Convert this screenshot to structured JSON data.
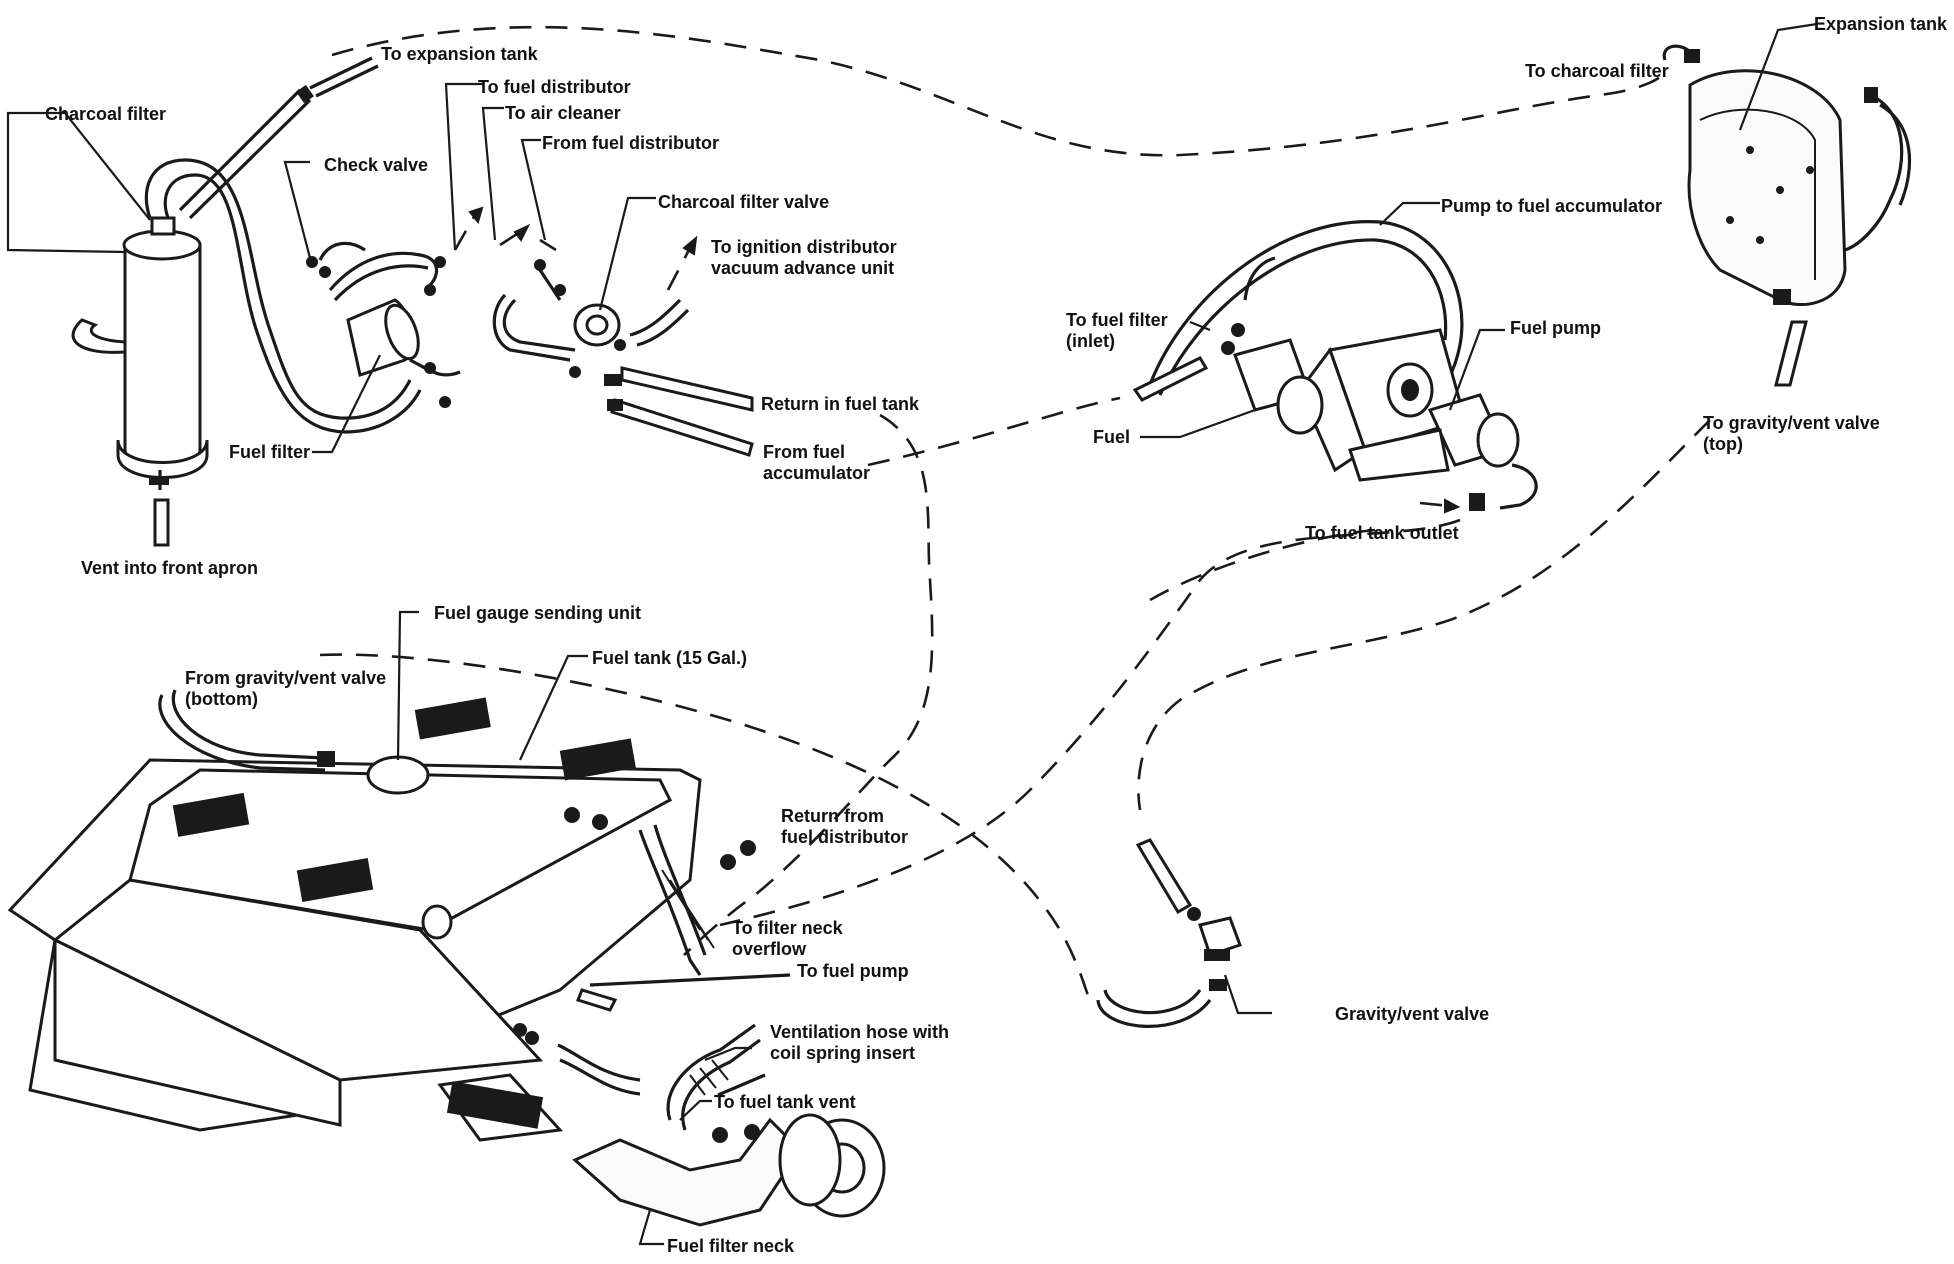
{
  "labels": {
    "expansion_tank": "Expansion tank",
    "to_charcoal_filter": "To charcoal filter",
    "to_expansion_tank": "To expansion tank",
    "to_fuel_distributor": "To fuel distributor",
    "to_air_cleaner": "To air cleaner",
    "from_fuel_distributor": "From fuel distributor",
    "charcoal_filter": "Charcoal filter",
    "check_valve": "Check valve",
    "charcoal_filter_valve": "Charcoal filter valve",
    "to_ignition_line1": "To ignition distributor",
    "to_ignition_line2": "vacuum advance unit",
    "pump_to_fuel_accumulator": "Pump to fuel accumulator",
    "to_fuel_filter_inlet_line1": "To fuel filter",
    "to_fuel_filter_inlet_line2": "(inlet)",
    "fuel_pump": "Fuel pump",
    "to_gravity_vent_top_line1": "To gravity/vent valve",
    "to_gravity_vent_top_line2": "(top)",
    "return_in_fuel_tank": "Return in fuel tank",
    "fuel_filter": "Fuel filter",
    "fuel": "Fuel",
    "from_fuel_accumulator_line1": "From fuel",
    "from_fuel_accumulator_line2": "accumulator",
    "to_fuel_tank_outlet": "To fuel tank outlet",
    "vent_into_front_apron": "Vent into front apron",
    "fuel_gauge_sending_unit": "Fuel gauge sending unit",
    "fuel_tank": "Fuel tank (15 Gal.)",
    "from_gravity_vent_bottom_line1": "From gravity/vent valve",
    "from_gravity_vent_bottom_line2": "(bottom)",
    "return_from_fuel_distributor_line1": "Return from",
    "return_from_fuel_distributor_line2": "fuel distributor",
    "to_filter_neck_overflow_line1": "To filter neck",
    "to_filter_neck_overflow_line2": "overflow",
    "to_fuel_pump": "To fuel pump",
    "gravity_vent_valve": "Gravity/vent valve",
    "ventilation_hose_line1": "Ventilation hose with",
    "ventilation_hose_line2": "coil spring insert",
    "to_fuel_tank_vent": "To fuel tank vent",
    "fuel_filter_neck": "Fuel filter neck"
  }
}
